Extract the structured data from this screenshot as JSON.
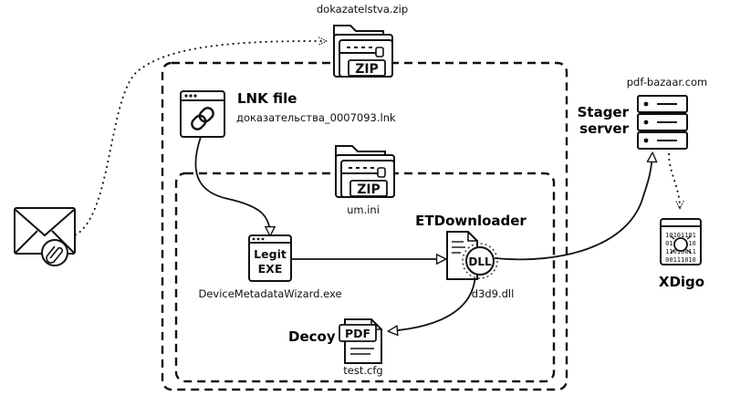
{
  "labels": {
    "zip_outer": "dokazatelstva.zip",
    "lnk_title": "LNK file",
    "lnk_name": "доказательства_0007093.lnk",
    "zip_inner": "um.ini",
    "legit_line1": "Legit",
    "legit_line2": "EXE",
    "exe_name": "DeviceMetadataWizard.exe",
    "etdownloader": "ETDownloader",
    "dll_badge": "DLL",
    "dll_name": "d3d9.dll",
    "decoy_title": "Decoy",
    "pdf_badge": "PDF",
    "decoy_file": "test.cfg",
    "zip_badge": "ZIP",
    "server_domain": "pdf-bazaar.com",
    "server_line1": "Stager",
    "server_line2": "server",
    "xdigo": "XDigo"
  },
  "icons": {
    "email": "envelope-attachment-icon",
    "zip": "zip-folder-icon",
    "lnk": "lnk-chain-window-icon",
    "exe": "exe-window-icon",
    "dll": "dll-file-icon",
    "pdf": "pdf-file-icon",
    "server": "server-rack-icon",
    "malware": "binary-bug-icon"
  }
}
